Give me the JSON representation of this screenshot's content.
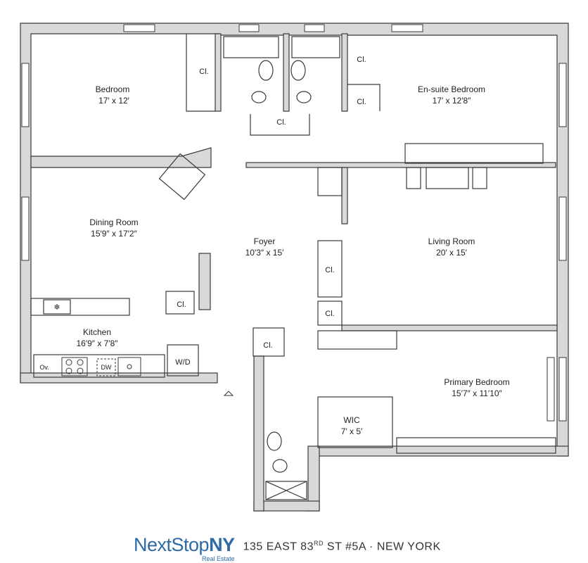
{
  "rooms": {
    "bedroom": {
      "name": "Bedroom",
      "dims": "17′ x 12′"
    },
    "ensuite": {
      "name": "En-suite Bedroom",
      "dims": "17′ x 12′8″"
    },
    "dining": {
      "name": "Dining Room",
      "dims": "15′9″ x 17′2″"
    },
    "foyer": {
      "name": "Foyer",
      "dims": "10′3″ x 15′"
    },
    "living": {
      "name": "Living Room",
      "dims": "20′ x 15′"
    },
    "kitchen": {
      "name": "Kitchen",
      "dims": "16′9″ x 7′8″"
    },
    "primary": {
      "name": "Primary Bedroom",
      "dims": "15′7″ x 11′10″"
    },
    "wic": {
      "name": "WIC",
      "dims": "7′ x 5′"
    }
  },
  "closets": {
    "label": "Cl."
  },
  "appliances": {
    "oven": "Ov.",
    "dishwasher": "DW",
    "washer_dryer": "W/D",
    "freezer": "❄"
  },
  "footer": {
    "brand_main": "NextStop",
    "brand_bold": "NY",
    "brand_sub": "Real Estate",
    "address_pre": "135 EAST 83",
    "address_sup": "RD",
    "address_post": " ST #5A · NEW YORK"
  }
}
